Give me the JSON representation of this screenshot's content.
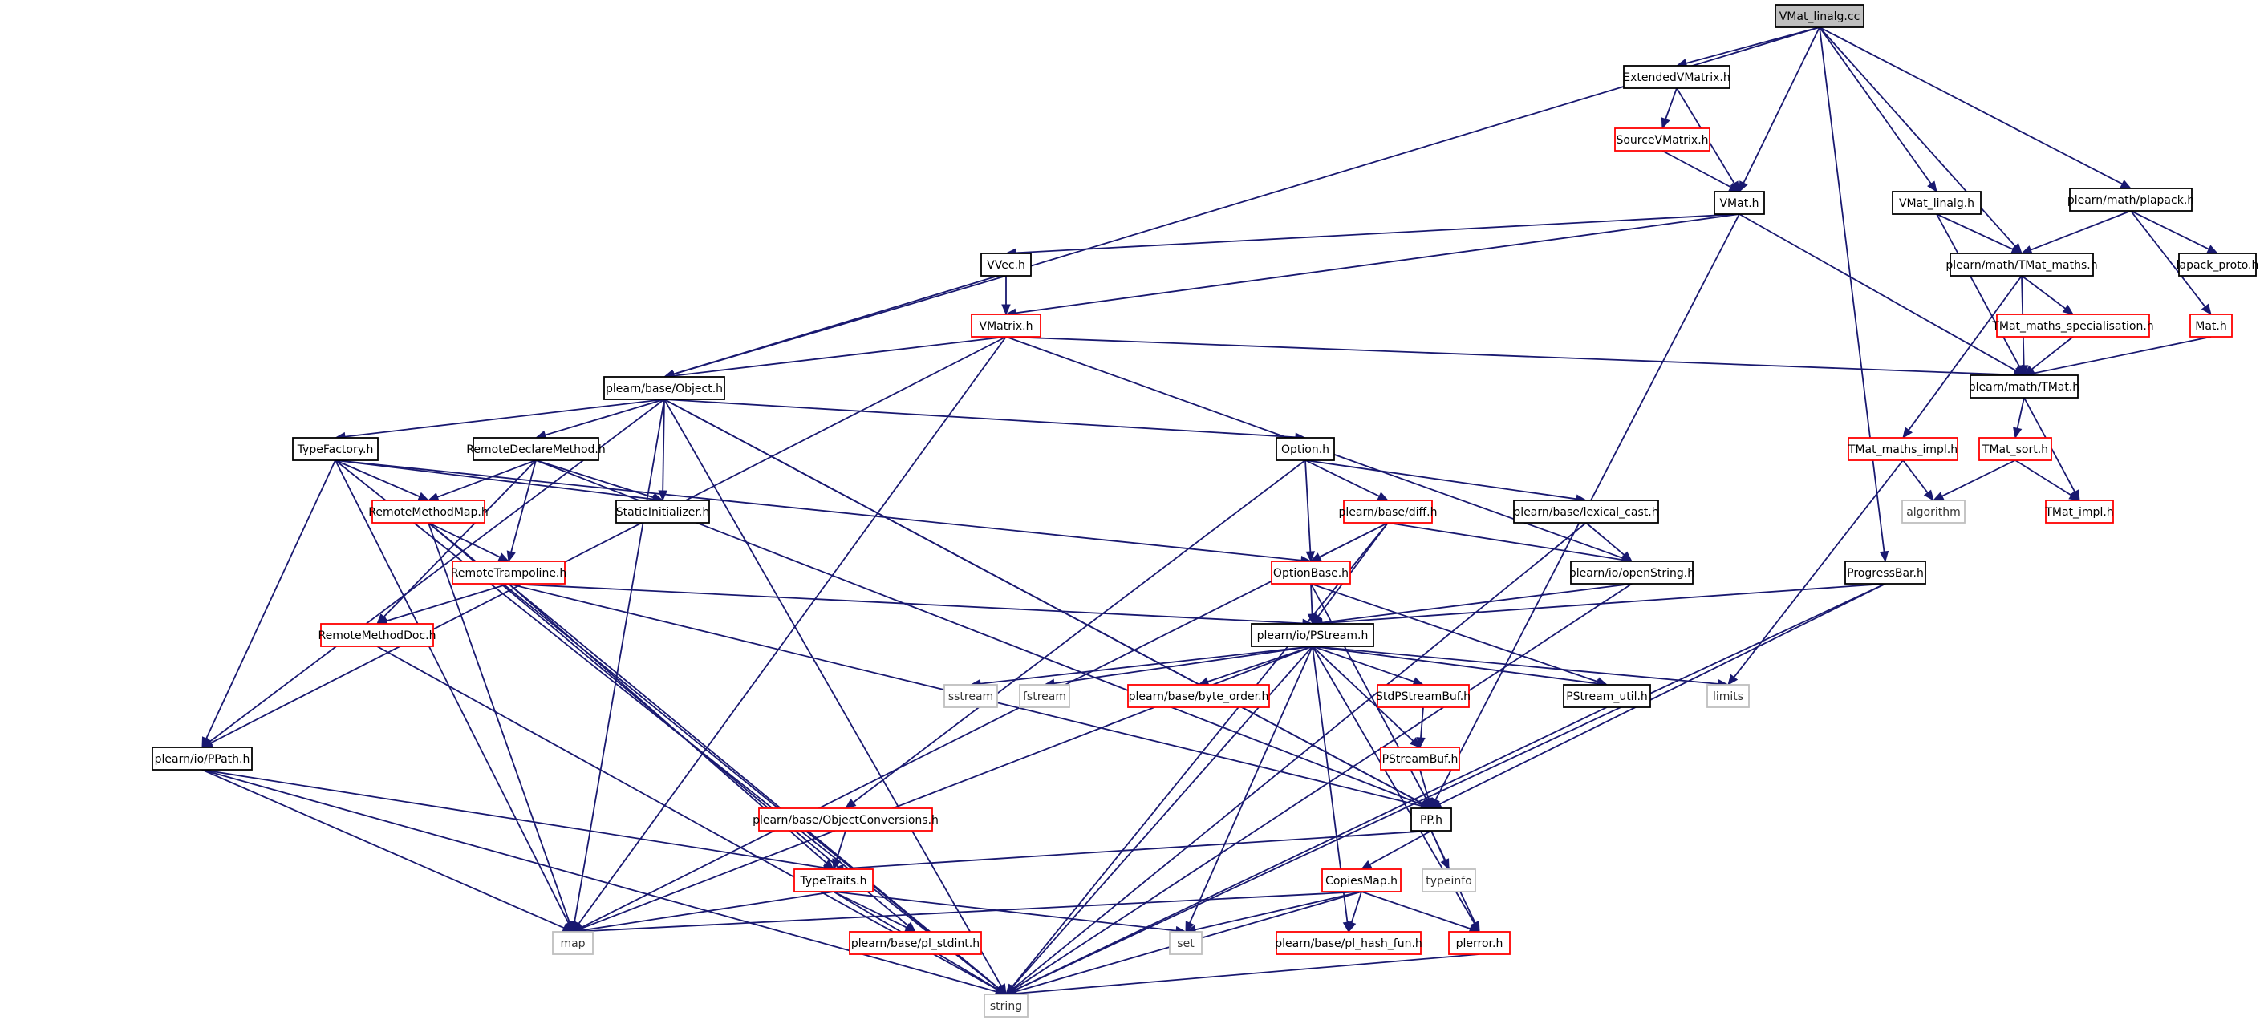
{
  "graph": {
    "title": "",
    "node_styles": {
      "root": {
        "fill": "#bfbfbf",
        "stroke": "#000000"
      },
      "normal": {
        "fill": "#ffffff",
        "stroke": "#000000"
      },
      "undocumented": {
        "fill": "#ffffff",
        "stroke": "#ff0000"
      },
      "external": {
        "fill": "#ffffff",
        "stroke": "#bfbfbf"
      }
    },
    "edge_color": "#191970",
    "nodes": [
      {
        "id": "vmat_linalg_cc",
        "label": "VMat_linalg.cc",
        "style": "root"
      },
      {
        "id": "extended_vmatrix",
        "label": "ExtendedVMatrix.h",
        "style": "normal"
      },
      {
        "id": "source_vmatrix",
        "label": "SourceVMatrix.h",
        "style": "undocumented"
      },
      {
        "id": "vmat",
        "label": "VMat.h",
        "style": "normal"
      },
      {
        "id": "vmat_linalg_h",
        "label": "VMat_linalg.h",
        "style": "normal"
      },
      {
        "id": "plapack",
        "label": "plearn/math/plapack.h",
        "style": "normal"
      },
      {
        "id": "tmat_maths",
        "label": "plearn/math/TMat_maths.h",
        "style": "normal"
      },
      {
        "id": "lapack_proto",
        "label": "lapack_proto.h",
        "style": "normal"
      },
      {
        "id": "vvec",
        "label": "VVec.h",
        "style": "normal"
      },
      {
        "id": "vmatrix",
        "label": "VMatrix.h",
        "style": "undocumented"
      },
      {
        "id": "tmat_spec",
        "label": "TMat_maths_specialisation.h",
        "style": "undocumented"
      },
      {
        "id": "mat",
        "label": "Mat.h",
        "style": "undocumented"
      },
      {
        "id": "object",
        "label": "plearn/base/Object.h",
        "style": "normal"
      },
      {
        "id": "tmat",
        "label": "plearn/math/TMat.h",
        "style": "normal"
      },
      {
        "id": "typefactory",
        "label": "TypeFactory.h",
        "style": "normal"
      },
      {
        "id": "remote_declare",
        "label": "RemoteDeclareMethod.h",
        "style": "normal"
      },
      {
        "id": "option",
        "label": "Option.h",
        "style": "normal"
      },
      {
        "id": "tmat_maths_impl",
        "label": "TMat_maths_impl.h",
        "style": "undocumented"
      },
      {
        "id": "tmat_sort",
        "label": "TMat_sort.h",
        "style": "undocumented"
      },
      {
        "id": "remote_method_map",
        "label": "RemoteMethodMap.h",
        "style": "undocumented"
      },
      {
        "id": "static_init",
        "label": "StaticInitializer.h",
        "style": "normal"
      },
      {
        "id": "diff",
        "label": "plearn/base/diff.h",
        "style": "undocumented"
      },
      {
        "id": "lexical_cast",
        "label": "plearn/base/lexical_cast.h",
        "style": "normal"
      },
      {
        "id": "algorithm",
        "label": "algorithm",
        "style": "external"
      },
      {
        "id": "tmat_impl",
        "label": "TMat_impl.h",
        "style": "undocumented"
      },
      {
        "id": "remote_trampoline",
        "label": "RemoteTrampoline.h",
        "style": "undocumented"
      },
      {
        "id": "option_base",
        "label": "OptionBase.h",
        "style": "undocumented"
      },
      {
        "id": "open_string",
        "label": "plearn/io/openString.h",
        "style": "normal"
      },
      {
        "id": "progress_bar",
        "label": "ProgressBar.h",
        "style": "normal"
      },
      {
        "id": "remote_method_doc",
        "label": "RemoteMethodDoc.h",
        "style": "undocumented"
      },
      {
        "id": "pstream",
        "label": "plearn/io/PStream.h",
        "style": "normal"
      },
      {
        "id": "sstream",
        "label": "sstream",
        "style": "external"
      },
      {
        "id": "fstream",
        "label": "fstream",
        "style": "external"
      },
      {
        "id": "byte_order",
        "label": "plearn/base/byte_order.h",
        "style": "undocumented"
      },
      {
        "id": "stdpstreambuf",
        "label": "StdPStreamBuf.h",
        "style": "undocumented"
      },
      {
        "id": "pstream_util",
        "label": "PStream_util.h",
        "style": "normal"
      },
      {
        "id": "limits",
        "label": "limits",
        "style": "external"
      },
      {
        "id": "ppath",
        "label": "plearn/io/PPath.h",
        "style": "normal"
      },
      {
        "id": "pstreambuf",
        "label": "PStreamBuf.h",
        "style": "undocumented"
      },
      {
        "id": "object_conv",
        "label": "plearn/base/ObjectConversions.h",
        "style": "undocumented"
      },
      {
        "id": "pp",
        "label": "PP.h",
        "style": "normal"
      },
      {
        "id": "typetraits",
        "label": "TypeTraits.h",
        "style": "undocumented"
      },
      {
        "id": "copiesmap",
        "label": "CopiesMap.h",
        "style": "undocumented"
      },
      {
        "id": "typeinfo",
        "label": "typeinfo",
        "style": "external"
      },
      {
        "id": "map",
        "label": "map",
        "style": "external"
      },
      {
        "id": "set",
        "label": "set",
        "style": "external"
      },
      {
        "id": "pl_stdint",
        "label": "plearn/base/pl_stdint.h",
        "style": "undocumented"
      },
      {
        "id": "pl_hash_fun",
        "label": "plearn/base/pl_hash_fun.h",
        "style": "undocumented"
      },
      {
        "id": "plerror",
        "label": "plerror.h",
        "style": "undocumented"
      },
      {
        "id": "string",
        "label": "string",
        "style": "external"
      }
    ],
    "edges": [
      [
        "vmat_linalg_cc",
        "extended_vmatrix"
      ],
      [
        "vmat_linalg_cc",
        "vmat"
      ],
      [
        "vmat_linalg_cc",
        "object"
      ],
      [
        "vmat_linalg_cc",
        "vmat_linalg_h"
      ],
      [
        "vmat_linalg_cc",
        "tmat_maths"
      ],
      [
        "vmat_linalg_cc",
        "plapack"
      ],
      [
        "vmat_linalg_cc",
        "progress_bar"
      ],
      [
        "extended_vmatrix",
        "source_vmatrix"
      ],
      [
        "extended_vmatrix",
        "vmat"
      ],
      [
        "source_vmatrix",
        "vmat"
      ],
      [
        "vmat",
        "vvec"
      ],
      [
        "vmat",
        "vmatrix"
      ],
      [
        "vmat",
        "tmat"
      ],
      [
        "vmat",
        "pp"
      ],
      [
        "vmat_linalg_h",
        "tmat_maths"
      ],
      [
        "vmat_linalg_h",
        "tmat"
      ],
      [
        "plapack",
        "tmat_maths"
      ],
      [
        "plapack",
        "lapack_proto"
      ],
      [
        "plapack",
        "mat"
      ],
      [
        "tmat_maths",
        "tmat_spec"
      ],
      [
        "tmat_maths",
        "tmat"
      ],
      [
        "tmat_maths",
        "tmat_maths_impl"
      ],
      [
        "tmat_spec",
        "tmat"
      ],
      [
        "mat",
        "tmat"
      ],
      [
        "vvec",
        "vmatrix"
      ],
      [
        "vvec",
        "object"
      ],
      [
        "vmatrix",
        "object"
      ],
      [
        "vmatrix",
        "tmat"
      ],
      [
        "vmatrix",
        "map"
      ],
      [
        "vmatrix",
        "open_string"
      ],
      [
        "vmatrix",
        "ppath"
      ],
      [
        "tmat",
        "tmat_sort"
      ],
      [
        "tmat",
        "tmat_impl"
      ],
      [
        "tmat_sort",
        "algorithm"
      ],
      [
        "tmat_sort",
        "tmat_impl"
      ],
      [
        "tmat_maths_impl",
        "algorithm"
      ],
      [
        "tmat_maths_impl",
        "limits"
      ],
      [
        "object",
        "typefactory"
      ],
      [
        "object",
        "remote_declare"
      ],
      [
        "object",
        "option"
      ],
      [
        "object",
        "static_init"
      ],
      [
        "object",
        "ppath"
      ],
      [
        "object",
        "string"
      ],
      [
        "object",
        "map"
      ],
      [
        "object",
        "pp"
      ],
      [
        "object",
        "pp"
      ],
      [
        "typefactory",
        "remote_method_map"
      ],
      [
        "typefactory",
        "static_init"
      ],
      [
        "typefactory",
        "ppath"
      ],
      [
        "typefactory",
        "string"
      ],
      [
        "typefactory",
        "map"
      ],
      [
        "typefactory",
        "option_base"
      ],
      [
        "remote_declare",
        "remote_method_map"
      ],
      [
        "remote_declare",
        "static_init"
      ],
      [
        "remote_declare",
        "remote_trampoline"
      ],
      [
        "remote_declare",
        "remote_method_doc"
      ],
      [
        "remote_declare",
        "pp"
      ],
      [
        "remote_method_map",
        "remote_trampoline"
      ],
      [
        "remote_method_map",
        "map"
      ],
      [
        "remote_method_map",
        "string"
      ],
      [
        "remote_method_map",
        "pl_stdint"
      ],
      [
        "remote_trampoline",
        "remote_method_doc"
      ],
      [
        "remote_trampoline",
        "pstream"
      ],
      [
        "remote_trampoline",
        "typetraits"
      ],
      [
        "remote_trampoline",
        "pp"
      ],
      [
        "remote_trampoline",
        "string"
      ],
      [
        "remote_method_doc",
        "string"
      ],
      [
        "option",
        "option_base"
      ],
      [
        "option",
        "diff"
      ],
      [
        "option",
        "lexical_cast"
      ],
      [
        "option",
        "object_conv"
      ],
      [
        "diff",
        "option_base"
      ],
      [
        "diff",
        "pstream"
      ],
      [
        "diff",
        "open_string"
      ],
      [
        "diff",
        "map"
      ],
      [
        "diff",
        "string"
      ],
      [
        "lexical_cast",
        "open_string"
      ],
      [
        "lexical_cast",
        "string"
      ],
      [
        "option_base",
        "pstream"
      ],
      [
        "option_base",
        "pp"
      ],
      [
        "option_base",
        "pstream_util"
      ],
      [
        "open_string",
        "pstream"
      ],
      [
        "open_string",
        "string"
      ],
      [
        "progress_bar",
        "pstream"
      ],
      [
        "progress_bar",
        "pp"
      ],
      [
        "progress_bar",
        "string"
      ],
      [
        "pstream",
        "sstream"
      ],
      [
        "pstream",
        "fstream"
      ],
      [
        "pstream",
        "byte_order"
      ],
      [
        "pstream",
        "stdpstreambuf"
      ],
      [
        "pstream",
        "pstreambuf"
      ],
      [
        "pstream",
        "pstream_util"
      ],
      [
        "pstream",
        "limits"
      ],
      [
        "pstream",
        "map"
      ],
      [
        "pstream",
        "set"
      ],
      [
        "pstream",
        "pl_hash_fun"
      ],
      [
        "pstream",
        "plerror"
      ],
      [
        "pstream",
        "string"
      ],
      [
        "stdpstreambuf",
        "pstreambuf"
      ],
      [
        "pstreambuf",
        "pp"
      ],
      [
        "pstream_util",
        "string"
      ],
      [
        "ppath",
        "typetraits"
      ],
      [
        "ppath",
        "map"
      ],
      [
        "ppath",
        "string"
      ],
      [
        "object_conv",
        "typetraits"
      ],
      [
        "pp",
        "typetraits"
      ],
      [
        "pp",
        "copiesmap"
      ],
      [
        "pp",
        "typeinfo"
      ],
      [
        "pp",
        "plerror"
      ],
      [
        "typetraits",
        "map"
      ],
      [
        "typetraits",
        "set"
      ],
      [
        "typetraits",
        "pl_stdint"
      ],
      [
        "typetraits",
        "string"
      ],
      [
        "copiesmap",
        "map"
      ],
      [
        "copiesmap",
        "set"
      ],
      [
        "copiesmap",
        "pl_hash_fun"
      ],
      [
        "copiesmap",
        "plerror"
      ],
      [
        "copiesmap",
        "string"
      ],
      [
        "plerror",
        "string"
      ]
    ]
  }
}
